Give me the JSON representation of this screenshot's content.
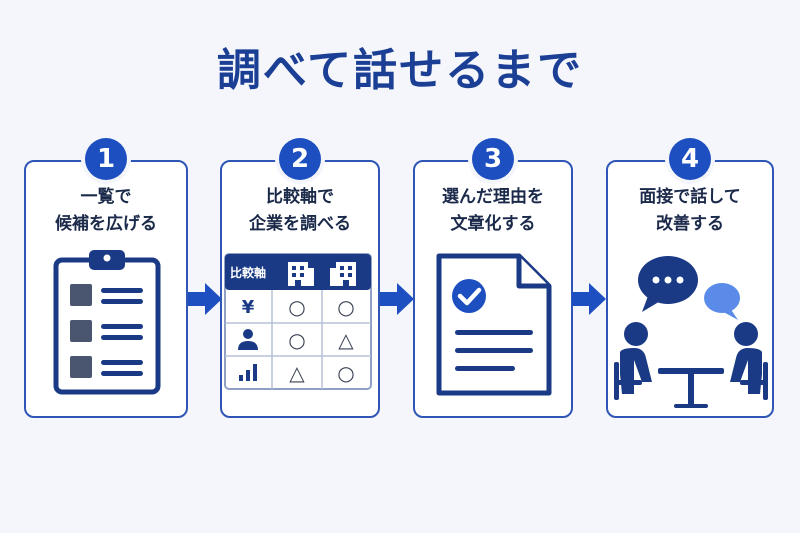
{
  "title": "調べて話せるまで",
  "colors": {
    "accent": "#1d4fc0",
    "border": "#2f56b6",
    "dark": "#1b3a86",
    "title": "#1a3f95",
    "chat_light": "#5b8be8"
  },
  "steps": [
    {
      "number": "1",
      "line1": "一覧で",
      "line2": "候補を広げる",
      "icon": "clipboard-list-icon"
    },
    {
      "number": "2",
      "line1": "比較軸で",
      "line2": "企業を調べる",
      "icon": "comparison-table-icon"
    },
    {
      "number": "3",
      "line1": "選んだ理由を",
      "line2": "文章化する",
      "icon": "document-check-icon"
    },
    {
      "number": "4",
      "line1": "面接で話して",
      "line2": "改善する",
      "icon": "interview-conversation-icon"
    }
  ],
  "compare_table": {
    "header_label": "比較軸",
    "row_icons": [
      "yen-icon",
      "person-icon",
      "bar-chart-icon"
    ],
    "yen_symbol": "¥",
    "cells": [
      [
        "○",
        "○"
      ],
      [
        "○",
        "△"
      ],
      [
        "△",
        "○"
      ]
    ]
  }
}
